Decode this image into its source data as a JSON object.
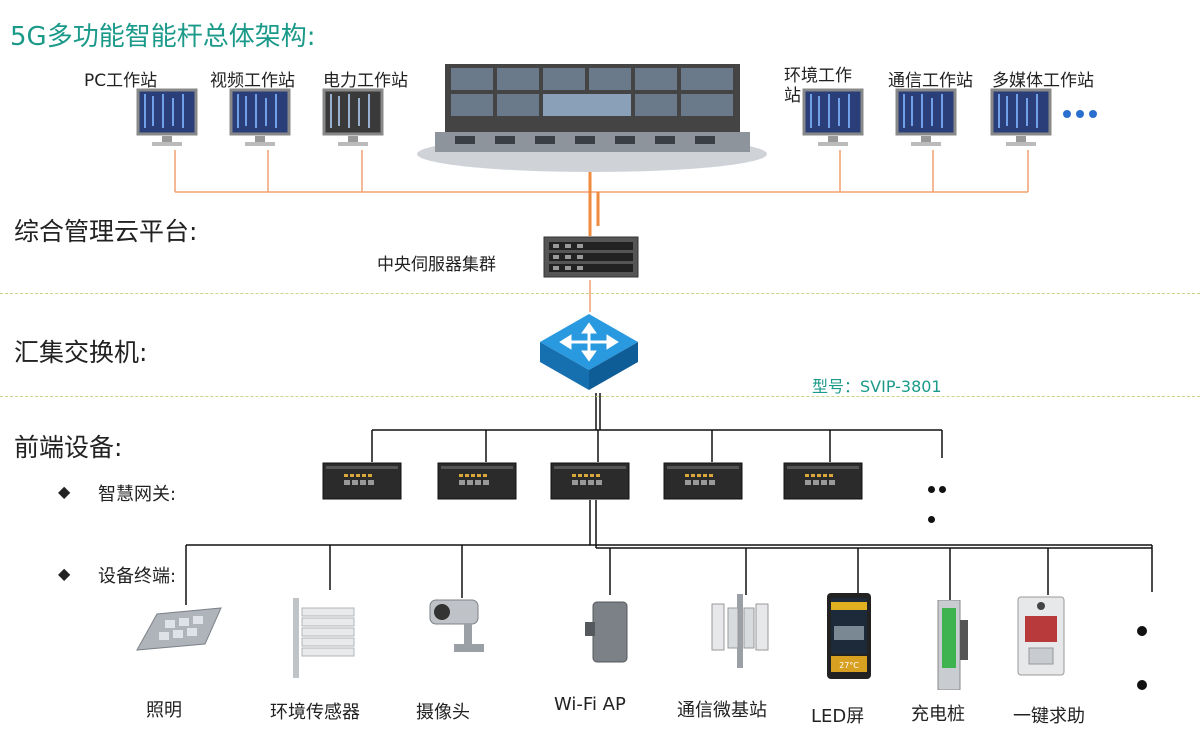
{
  "title": "5G多功能智能杆总体架构:",
  "sections": {
    "cloud": "综合管理云平台:",
    "switch": "汇集交换机:",
    "front": "前端设备:"
  },
  "workstations_left": [
    "PC工作站",
    "视频工作站",
    "电力工作站"
  ],
  "workstations_right": [
    "环境工作站",
    "通信工作站",
    "多媒体工作站"
  ],
  "server_label": "中央伺服器集群",
  "switch_model": "型号：SVIP-3801",
  "bullets": {
    "gateway_symbol": "◆",
    "gateway": "智慧网关:",
    "terminal_symbol": "◆",
    "terminal": "设备终端:"
  },
  "devices": [
    "照明",
    "环境传感器",
    "摄像头",
    "Wi-Fi AP",
    "通信微基站",
    "LED屏",
    "充电桩",
    "一键求助"
  ],
  "led_temp": "27°C",
  "colors": {
    "accent": "#1b9a8a",
    "orange": "#f08a3c",
    "switch_blue": "#1e88d6"
  }
}
